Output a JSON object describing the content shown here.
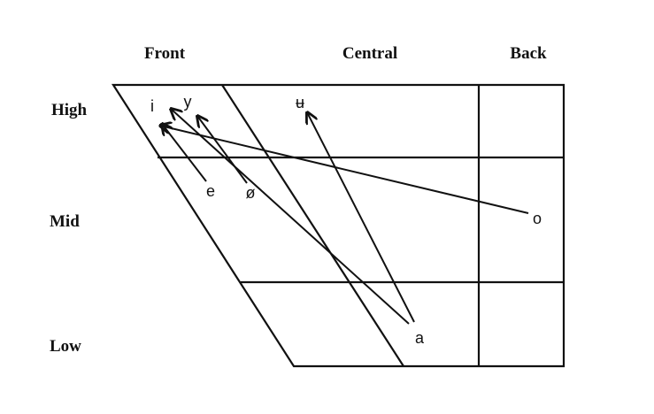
{
  "columns": {
    "front": "Front",
    "central": "Central",
    "back": "Back"
  },
  "rows": {
    "high": "High",
    "mid": "Mid",
    "low": "Low"
  },
  "vowels": {
    "i": "i",
    "y": "y",
    "u_bar": "ʉ",
    "e": "e",
    "o_slash": "ø",
    "o": "o",
    "a": "a"
  },
  "shifts": [
    {
      "from": "e",
      "to": "i"
    },
    {
      "from": "ø",
      "to": "y"
    },
    {
      "from": "o",
      "to": "i"
    },
    {
      "from": "a",
      "to": "y"
    },
    {
      "from": "a",
      "to": "ʉ"
    }
  ]
}
